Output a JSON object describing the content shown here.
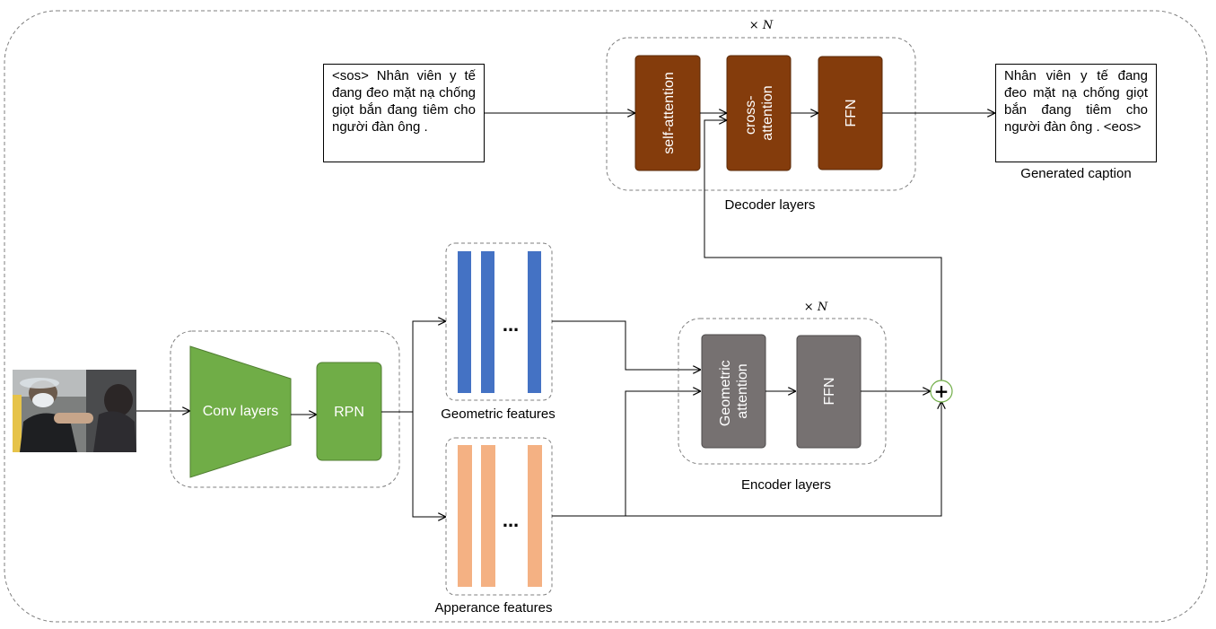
{
  "decoder": {
    "repeat": "× N",
    "label": "Decoder layers",
    "self_attention": "self-attention",
    "cross_attention_line1": "cross-",
    "cross_attention_line2": "attention",
    "ffn": "FFN"
  },
  "encoder": {
    "repeat": "× N",
    "label": "Encoder layers",
    "geometric_attention_line1": "Geometric",
    "geometric_attention_line2": "attention",
    "ffn": "FFN"
  },
  "backbone": {
    "conv": "Conv layers",
    "rpn": "RPN"
  },
  "features": {
    "geometric_label": "Geometric features",
    "appearance_label": "Apperance features",
    "ellipsis": "..."
  },
  "captions": {
    "input": "<sos> Nhân viên y tế đang đeo mặt nạ chống giọt bắn đang tiêm cho người đàn ông .",
    "output": "Nhân viên y tế đang đeo mặt nạ chống giọt bắn đang tiêm cho người đàn ông . <eos>",
    "output_label": "Generated caption"
  },
  "colors": {
    "decoder_block": "#843c0c",
    "encoder_block": "#767171",
    "backbone_block": "#70ad47",
    "geometric_bar": "#4472c4",
    "appearance_bar": "#f4b183",
    "dashed_border": "#7f7f7f"
  }
}
